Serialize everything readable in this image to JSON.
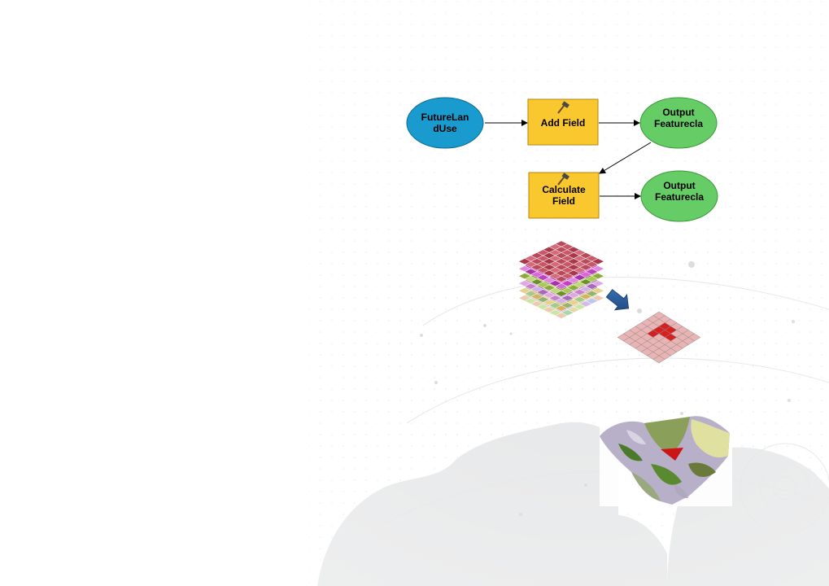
{
  "nodes": {
    "input": {
      "line1": "FutureLan",
      "line2": "dUse",
      "icon": "ellipse",
      "fill": "#1a9bd0"
    },
    "add_field": {
      "line1": "Add Field",
      "icon": "hammer-icon",
      "fill": "#f9c72e"
    },
    "output1": {
      "line1": "Output",
      "line2": "Featurecla",
      "fill": "#66cc66"
    },
    "calculate_field": {
      "line1": "Calculate",
      "line2": "Field",
      "icon": "hammer-icon",
      "fill": "#f9c72e"
    },
    "output2": {
      "line1": "Output",
      "line2": "Featurecla",
      "fill": "#66cc66"
    }
  },
  "colors": {
    "arrow": "#000000",
    "process_border": "#b8860b",
    "raster_arrow": "#2a5a95",
    "result_cell": "#e8b4b4",
    "result_highlight": "#d42020"
  }
}
